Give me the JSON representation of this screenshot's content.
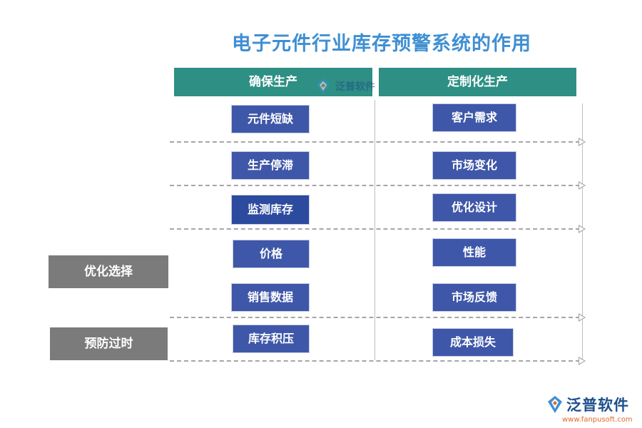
{
  "title": "电子元件行业库存预警系统的作用",
  "headers": {
    "left": "确保生产",
    "right": "定制化生产"
  },
  "left_column": [
    "元件短缺",
    "生产停滞",
    "监测库存",
    "价格",
    "销售数据",
    "库存积压"
  ],
  "right_column": [
    "客户需求",
    "市场变化",
    "优化设计",
    "性能",
    "市场反馈",
    "成本损失"
  ],
  "side_labels": [
    "优化选择",
    "预防过时"
  ],
  "watermark": {
    "text": "泛普软件"
  },
  "logo": {
    "text": "泛普软件",
    "url": "www.fanpusoft.com"
  },
  "colors": {
    "title": "#3f8fd2",
    "header_bg": "#2e8f84",
    "box_bg": "#3f57a8",
    "side_bg": "#7b7b7b",
    "dash": "#a6a6a6"
  }
}
